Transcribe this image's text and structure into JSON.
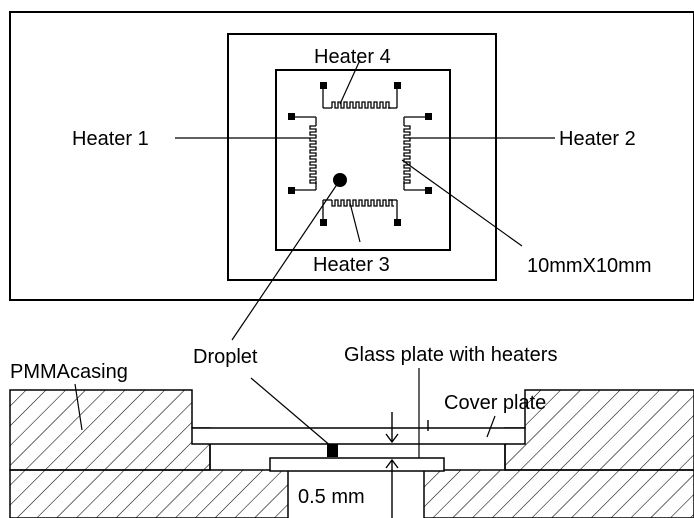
{
  "labels": {
    "heater1": "Heater 1",
    "heater2": "Heater 2",
    "heater3": "Heater 3",
    "heater4": "Heater 4",
    "chamber_size": "10mmX10mm",
    "droplet": "Droplet",
    "glass_plate": "Glass plate with heaters",
    "pmma": "PMMAcasing",
    "cover_plate": "Cover plate",
    "gap": "0.5 mm"
  },
  "colors": {
    "line": "#000000",
    "background": "#ffffff"
  }
}
